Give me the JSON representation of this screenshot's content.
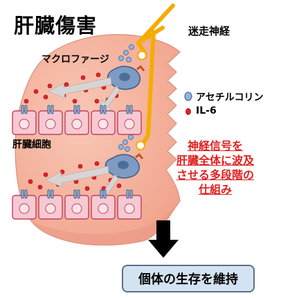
{
  "title": "肝臓傷害",
  "labels": {
    "nerve": "迷走神経",
    "macrophage": "マクロファージ",
    "hepatocyte": "肝臓細胞"
  },
  "legend": [
    {
      "color": "#8fb5de",
      "text": "アセチルコリン"
    },
    {
      "color": "#e8202a",
      "text": "IL-6"
    }
  ],
  "note_lines": [
    "神経信号を",
    "肝臓全体に波及",
    "させる多段階の",
    "仕組み"
  ],
  "result": "個体の生存を維持",
  "colors": {
    "liver": "#f6b9a6",
    "nerve": "#f5ac00",
    "cell_fill": "#f7c9d2",
    "cell_border": "#c0405e",
    "macrophage": "#7e9bc4",
    "arrow": "#000000",
    "note_text": "#e02020",
    "result_box": "#d4e3f2"
  }
}
